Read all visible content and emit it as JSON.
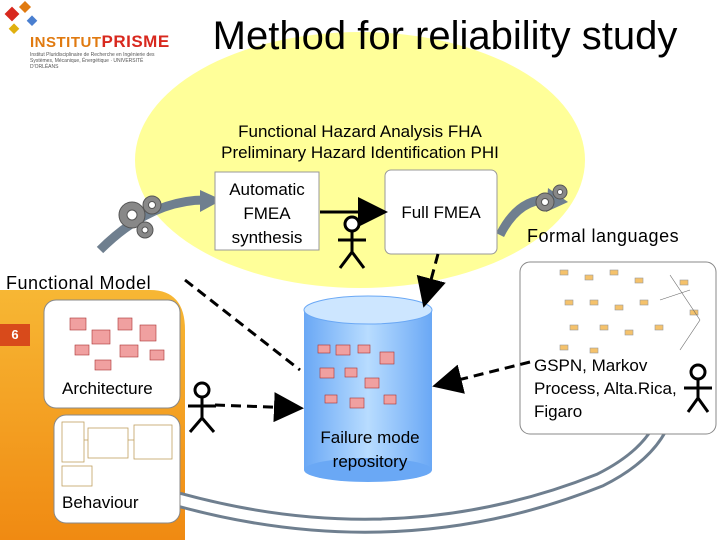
{
  "title": "Method for reliability study",
  "logo": {
    "word_institut": "INSTITUT",
    "word_prisme": "PRISME",
    "subtitle": "Institut Pluridisciplinaire de Recherche en Ingénierie des Systèmes, Mécanique, Énergétique · UNIVERSITÉ D'ORLÉANS"
  },
  "slide_number": "6",
  "labels": {
    "fha_line1": "Functional Hazard Analysis FHA",
    "fha_line2": "Preliminary Hazard Identification PHI",
    "auto_fmea_1": "Automatic",
    "auto_fmea_2": "FMEA",
    "auto_fmea_3": "synthesis",
    "full_fmea": "Full FMEA",
    "formal_languages": "Formal languages",
    "functional_model": "Functional Model",
    "architecture": "Architecture",
    "behaviour": "Behaviour",
    "repository_1": "Failure mode",
    "repository_2": "repository",
    "gspn_1": "GSPN, Markov",
    "gspn_2": "Process, Alta.Rica,",
    "gspn_3": "Figaro"
  },
  "colors": {
    "yellow_region": "#ffff99",
    "functional_panel": "#f5a623",
    "repository": "#8fc4ff",
    "arrow_gray": "#6f7f8f",
    "accent_orange": "#d84a1b"
  }
}
